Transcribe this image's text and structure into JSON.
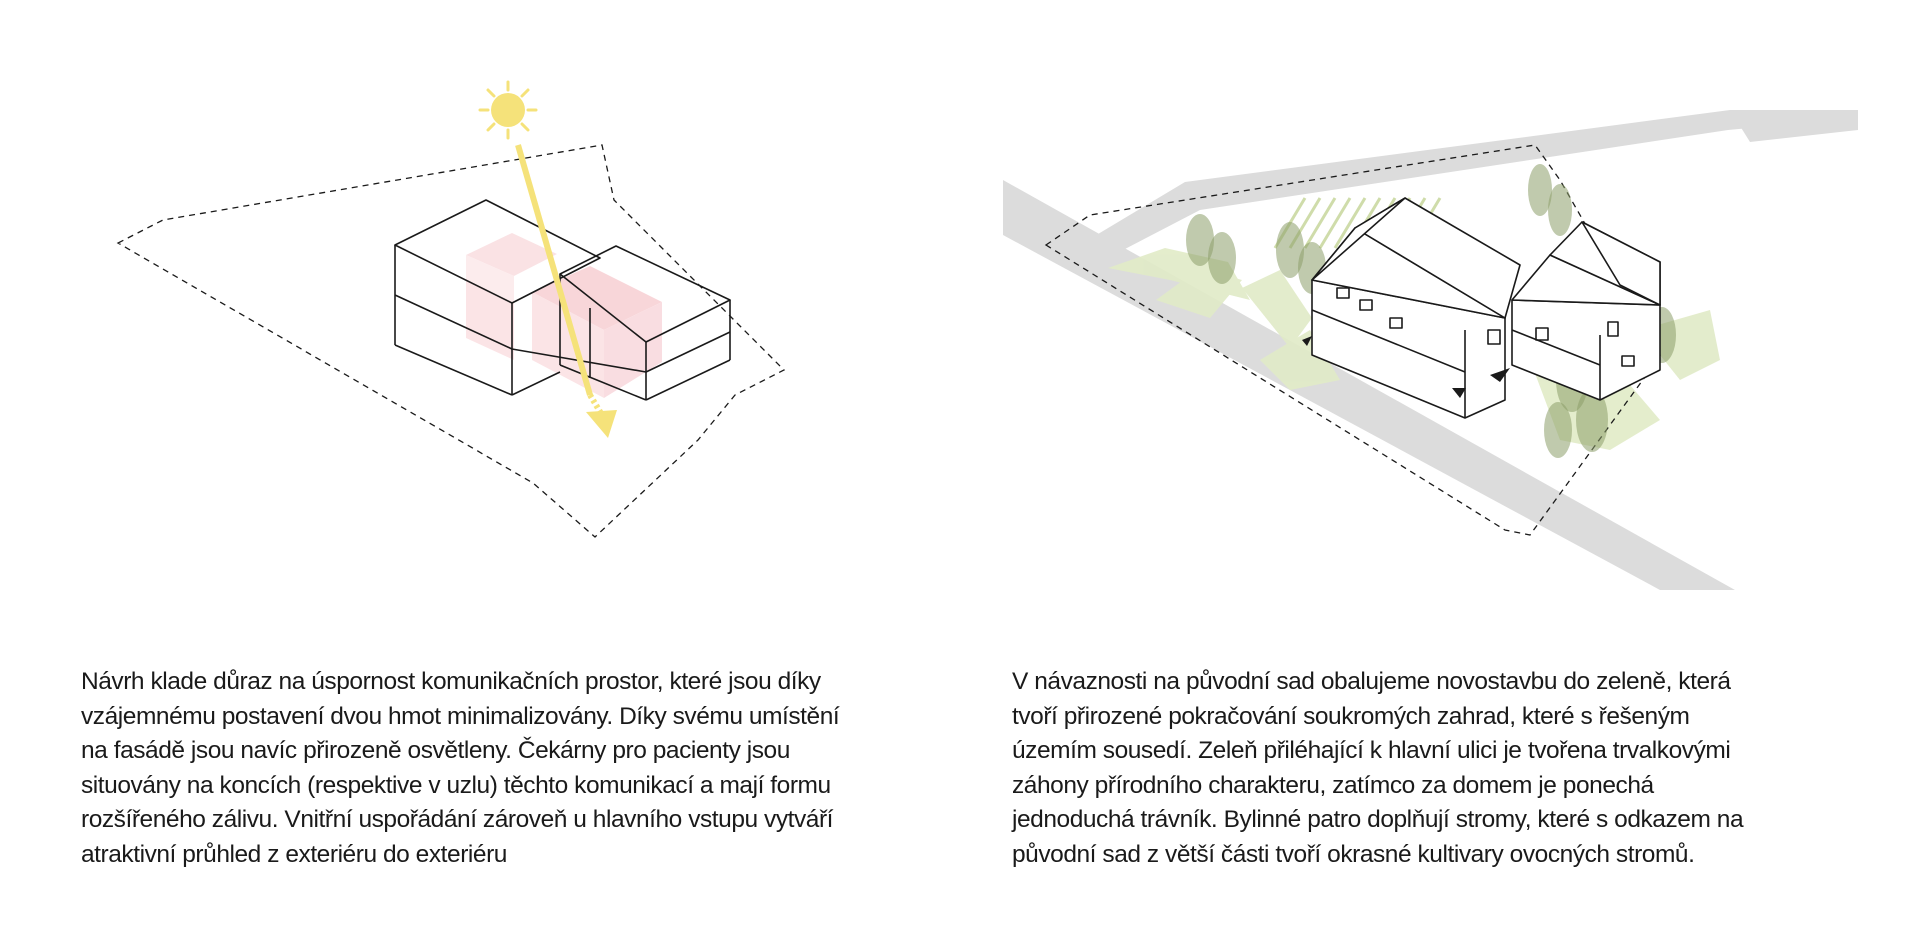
{
  "left": {
    "caption_lines": [
      "Návrh klade důraz na úspornost komunikačních prostor, které jsou díky",
      "vzájemnému postavení dvou hmot minimalizovány. Díky svému umístění",
      "na fasádě jsou navíc přirozeně osvětleny. Čekárny pro pacienty jsou",
      "situovány na koncích (respektive v uzlu) těchto komunikací a mají formu",
      "rozšířeného zálivu. Vnitřní uspořádání zároveň u hlavního vstupu vytváří",
      "atraktivní průhled z exteriéru do exteriéru"
    ]
  },
  "right": {
    "caption_lines": [
      "V návaznosti na původní sad obalujeme novostavbu do zeleně, která",
      "tvoří přirozené pokračování soukromých zahrad, které s řešeným",
      "územím sousedí. Zeleň přiléhající k hlavní ulici je tvořena trvalkovými",
      "záhony přírodního charakteru, zatímco za domem je ponechá",
      "jednoduchá trávník. Bylinné patro doplňují stromy, které s odkazem na",
      "původní sad z větší části tvoří okrasné kultivary ovocných stromů."
    ]
  },
  "colors": {
    "sun": "#f5e27a",
    "highlight": "#f4a9b0",
    "road": "#dcdcdc",
    "greenery": "#d9e6b8",
    "tree": "#8c9f6a",
    "line": "#1a1a1a"
  }
}
